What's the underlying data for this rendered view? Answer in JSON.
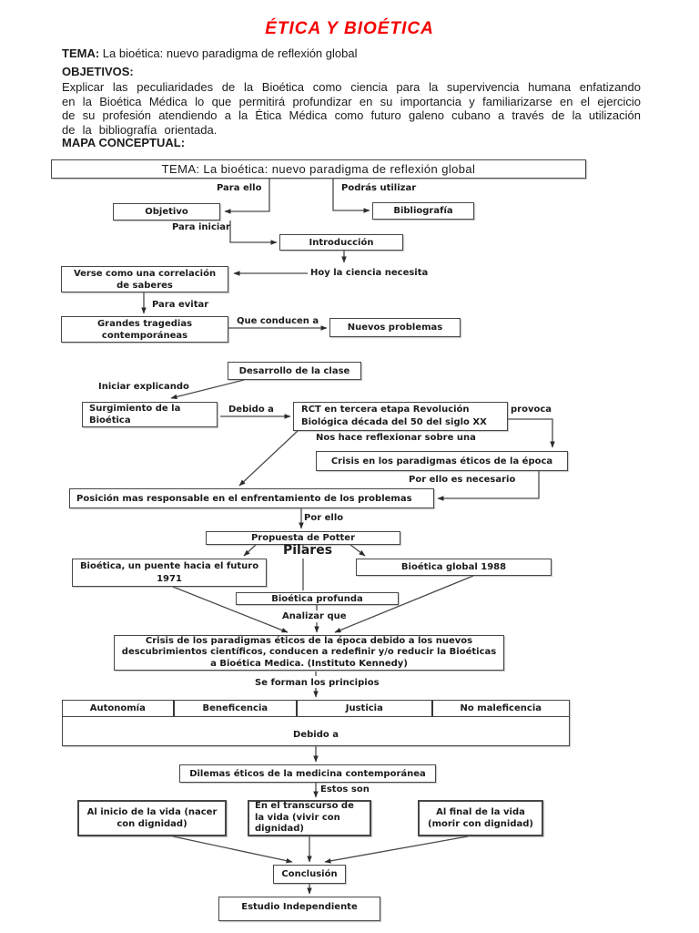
{
  "header": {
    "title": "ÉTICA Y BIOÉTICA",
    "tema_label": "TEMA:",
    "tema_text": " La bioética: nuevo paradigma de reflexión global",
    "objetivos_label": "OBJETIVOS:",
    "objetivos_paragraph": "Explicar las peculiaridades de la Bioética como ciencia para la supervivencia humana enfatizando en la Bioética Médica lo que permitirá profundizar en su importancia y familiarizarse en el ejercicio de su profesión atendiendo a la Ética Médica como futuro galeno cubano a través de la utilización de la bibliografía orientada.",
    "mapa_label": "MAPA CONCEPTUAL:"
  },
  "colors": {
    "title_red": "#f50000",
    "line_gray": "#4a4a4a",
    "box_border": "#474747",
    "text": "#1b1b1b",
    "background": "#ffffff"
  },
  "diagram": {
    "nodes": {
      "tema": "TEMA: La bioética: nuevo paradigma de reflexión global",
      "objetivo": "Objetivo",
      "bibliografia": "Bibliografía",
      "introduccion": "Introducción",
      "verse": {
        "lines": [
          "Verse como una correlación",
          "de saberes"
        ]
      },
      "grandes": {
        "lines": [
          "Grandes tragedias",
          "contemporáneas"
        ]
      },
      "nuevos": "Nuevos problemas",
      "desarrollo": "Desarrollo de la clase",
      "surgimiento": {
        "lines": [
          "Surgimiento de la",
          "Bioética"
        ]
      },
      "rct": {
        "lines": [
          "RCT en tercera etapa Revolución",
          "Biológica década del 50 del siglo XX"
        ]
      },
      "crisis_epoca": "Crisis en los paradigmas éticos de la época",
      "posicion": "Posición mas responsable en el enfrentamiento de los problemas",
      "propuesta": "Propuesta de Potter",
      "puente": {
        "lines": [
          "Bioética, un puente hacia el futuro",
          "1971"
        ]
      },
      "global1988": "Bioética global 1988",
      "profunda": "Bioética profunda",
      "crisis_kennedy": {
        "lines": [
          "Crisis de los paradigmas éticos de la época debido a los nuevos",
          "descubrimientos científicos, conducen a redefinir y/o reducir la Bioéticas",
          "a Bioética Medica. (Instituto Kennedy)"
        ]
      },
      "debido_box": "Debido a",
      "dilemas": "Dilemas éticos de la medicina contemporánea",
      "inicio": {
        "lines": [
          "Al inicio de la vida (nacer",
          "con dignidad)"
        ]
      },
      "transcurso": {
        "lines": [
          "En el transcurso de",
          "la vida (vivir con",
          "dignidad)"
        ]
      },
      "final_vida": {
        "lines": [
          "Al final de la vida",
          "(morir con dignidad)"
        ]
      },
      "conclusion": "Conclusión",
      "estudio": "Estudio Independiente"
    },
    "principles": [
      "Autonomía",
      "Beneficencia",
      "Justicia",
      "No maleficencia"
    ],
    "labels": {
      "para_ello": "Para ello",
      "podras_utilizar": "Podrás utilizar",
      "para_iniciar": "Para iniciar",
      "hoy_ciencia": "Hoy la ciencia necesita",
      "para_evitar": "Para evitar",
      "que_conducen": "Que conducen a",
      "iniciar_explicando": "Iniciar explicando",
      "debido_a": "Debido a",
      "provoca": "provoca",
      "nos_hace": "Nos hace reflexionar sobre una",
      "por_ello_necesario": "Por ello es necesario",
      "por_ello": "Por ello",
      "pilares": "Pilares",
      "analizar_que": "Analizar que",
      "se_forman": "Se forman los principios",
      "estos_son": "Estos son"
    }
  }
}
